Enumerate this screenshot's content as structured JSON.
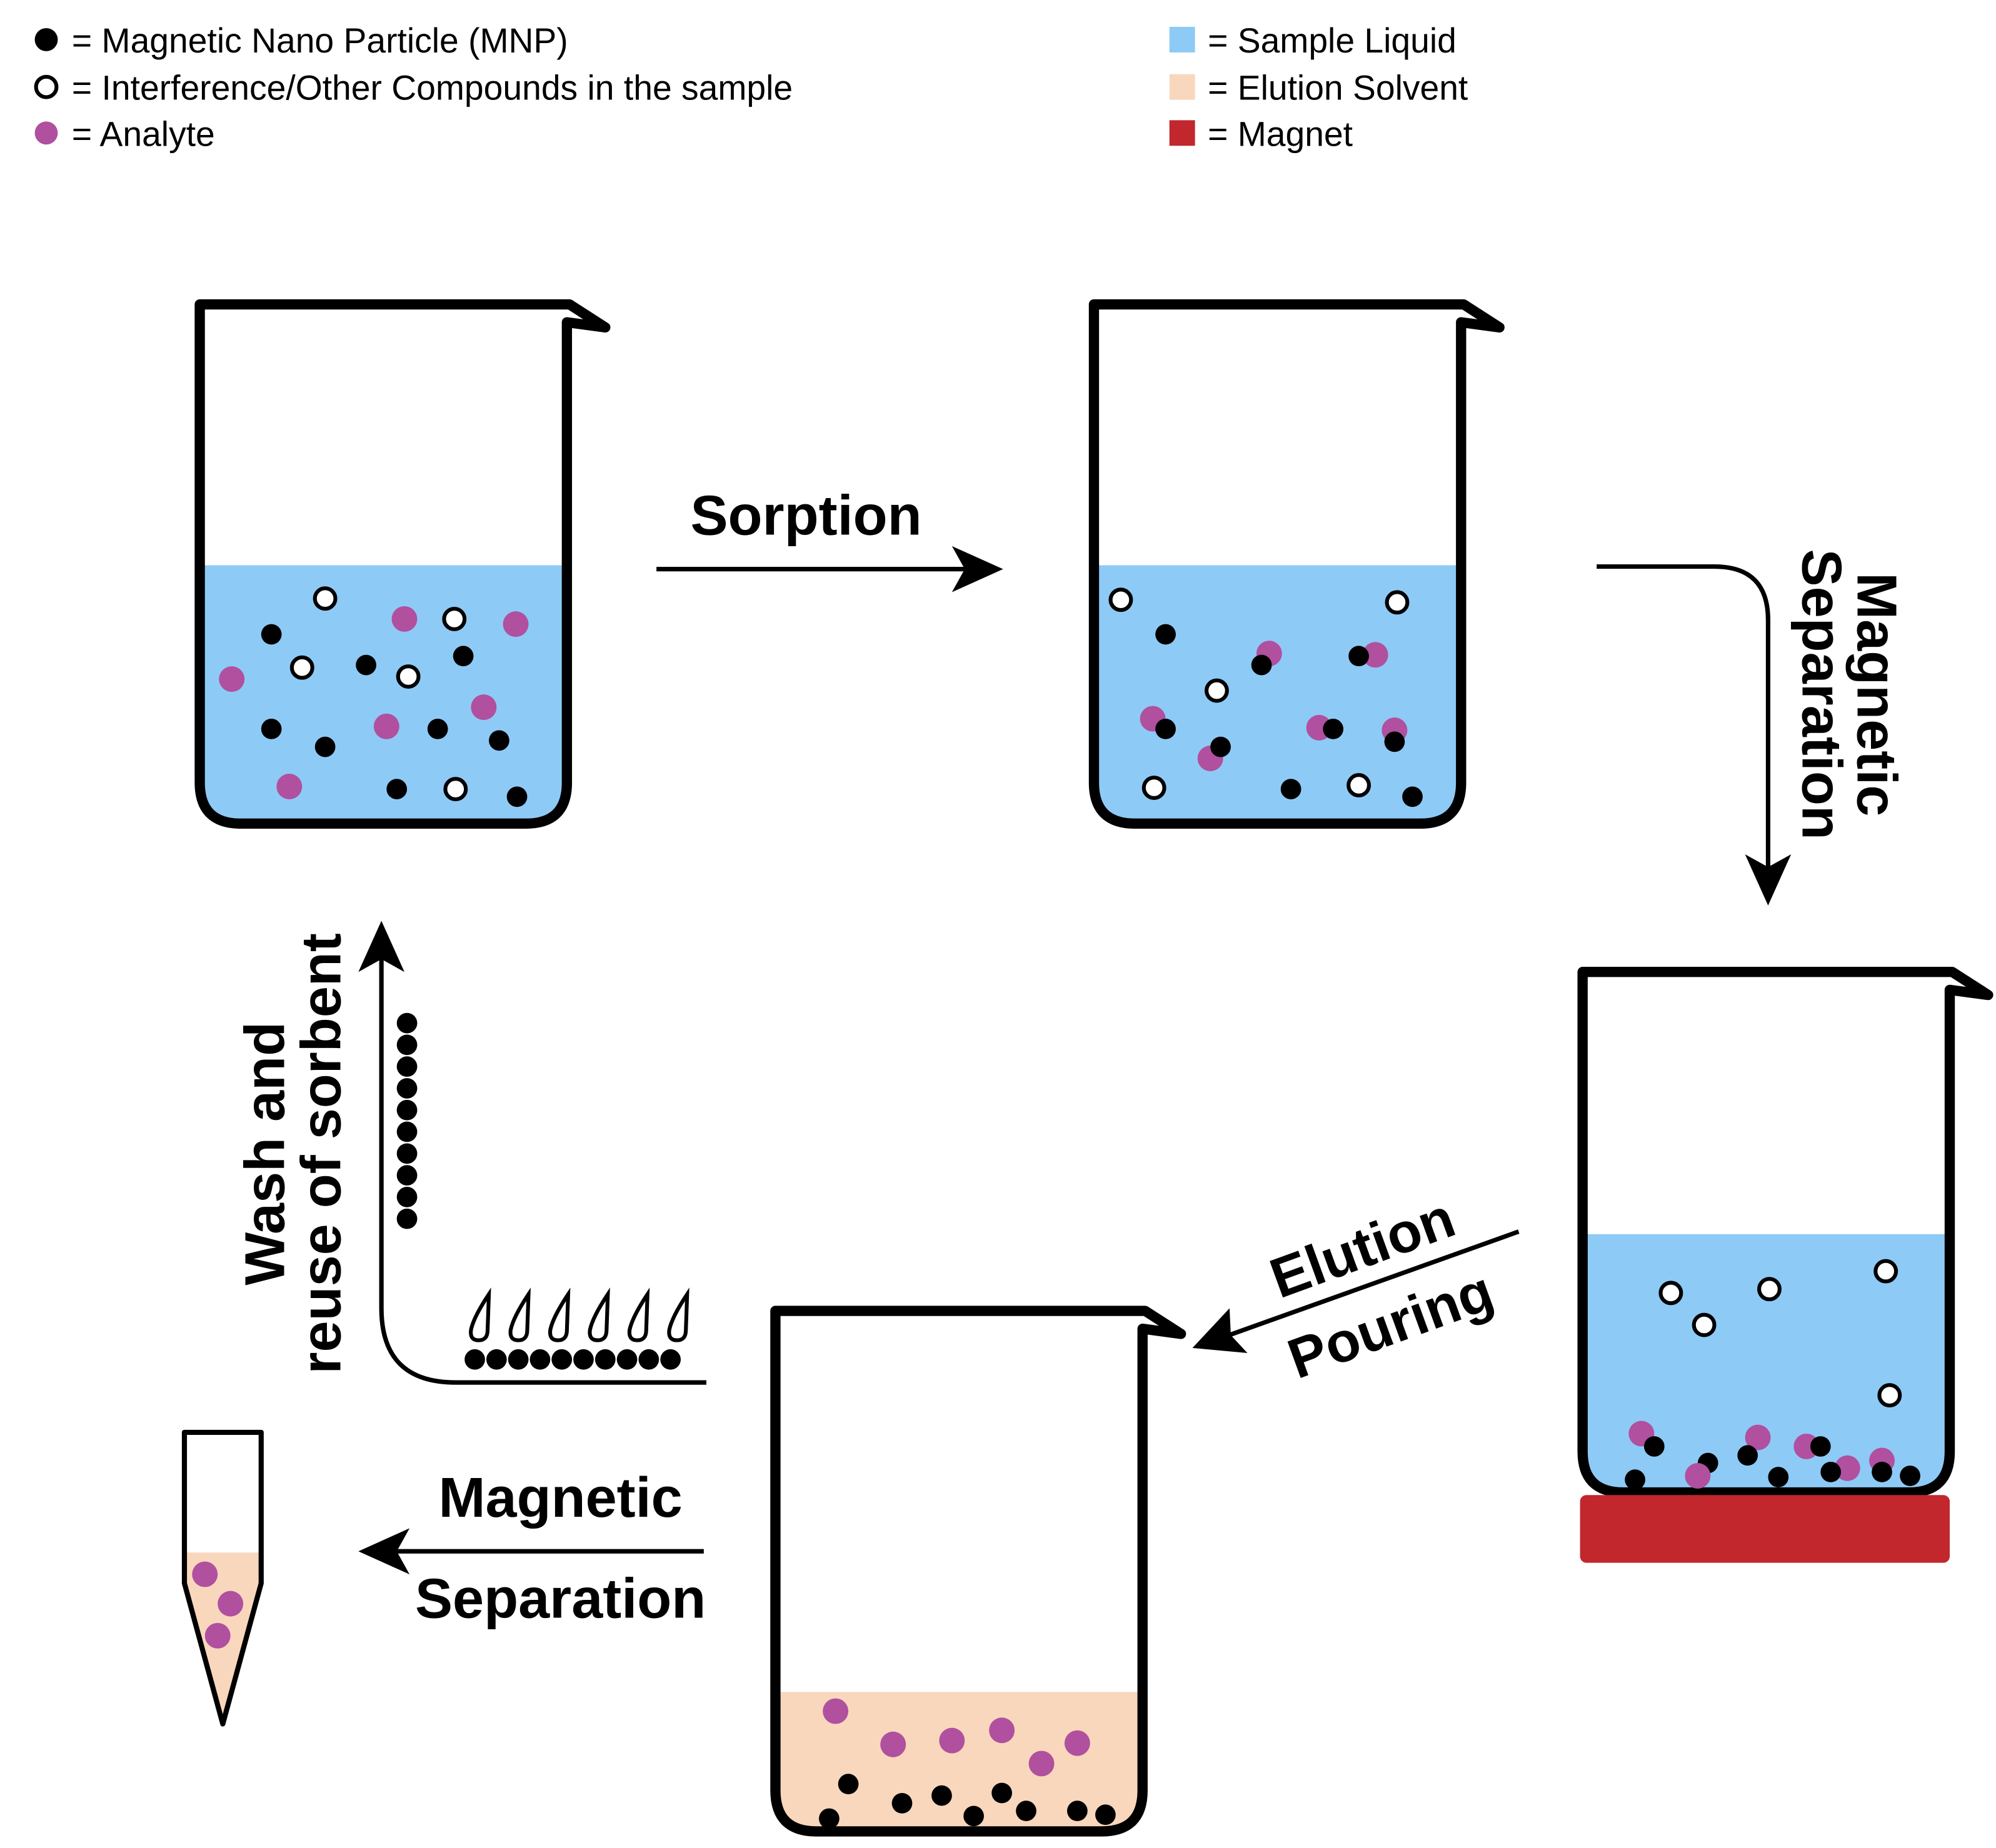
{
  "colors": {
    "mnp": "#000000",
    "analyte": "#b0509f",
    "interference": "#ffffff",
    "sample_liquid": "#8ecaf6",
    "elution_solvent": "#f9d7bd",
    "magnet": "#c1272d"
  },
  "legend": {
    "mnp": "= Magnetic Nano Particle (MNP)",
    "interference": "= Interference/Other Compounds in the sample",
    "analyte": "= Analyte",
    "sample_liquid": "= Sample Liquid",
    "elution_solvent": "= Elution Solvent",
    "magnet": "= Magnet"
  },
  "steps": {
    "sorption": "Sorption",
    "magnetic_separation_1_line1": "Magnetic",
    "magnetic_separation_1_line2": "Separation",
    "elution_line1": "Elution",
    "elution_line2": "Pouring",
    "magnetic_separation_2_line1": "Magnetic",
    "magnetic_separation_2_line2": "Separation",
    "wash_line1": "Wash and",
    "wash_line2": "reuse of sorbent"
  }
}
